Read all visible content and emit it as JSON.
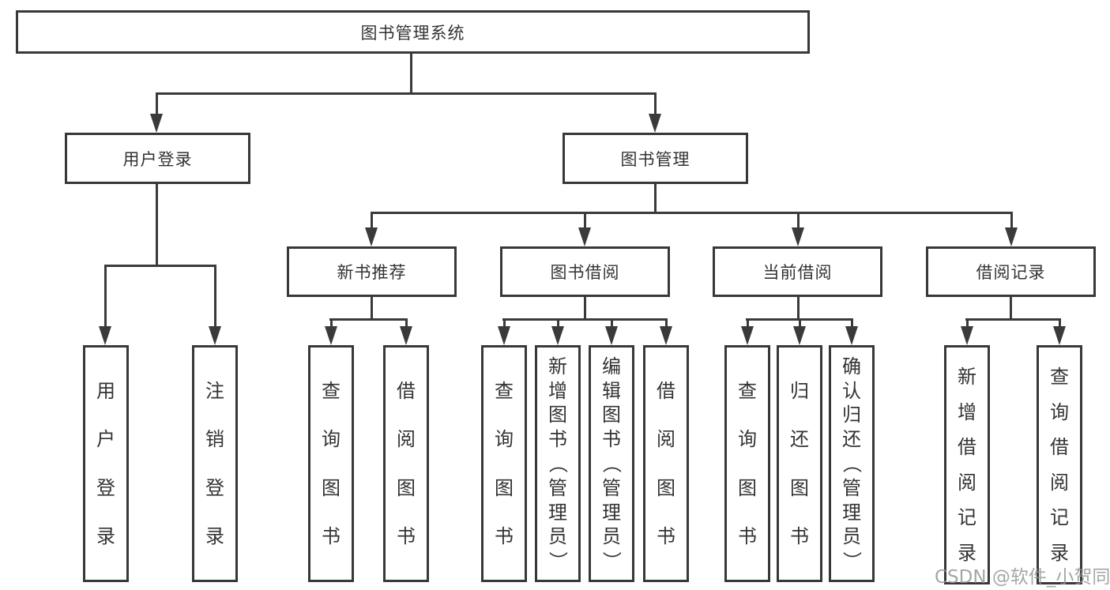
{
  "diagram": {
    "root": {
      "label": "图书管理系统"
    },
    "branches": [
      {
        "label": "用户登录",
        "children": [
          {
            "label": "用户登录"
          },
          {
            "label": "注销登录"
          }
        ]
      },
      {
        "label": "图书管理",
        "children": [
          {
            "label": "新书推荐",
            "children": [
              {
                "label": "查询图书"
              },
              {
                "label": "借阅图书"
              }
            ]
          },
          {
            "label": "图书借阅",
            "children": [
              {
                "label": "查询图书"
              },
              {
                "label": "新增图书（管理员）"
              },
              {
                "label": "编辑图书（管理员）"
              },
              {
                "label": "借阅图书"
              }
            ]
          },
          {
            "label": "当前借阅",
            "children": [
              {
                "label": "查询图书"
              },
              {
                "label": "归还图书"
              },
              {
                "label": "确认归还（管理员）"
              }
            ]
          },
          {
            "label": "借阅记录",
            "children": [
              {
                "label": "新增借阅记录"
              },
              {
                "label": "查询借阅记录"
              }
            ]
          }
        ]
      }
    ]
  },
  "watermark": {
    "text": "CSDN @软件_小贺同学"
  },
  "colors": {
    "line": "#3a3a3a",
    "box_border": "#383838",
    "text": "#333333",
    "background": "#ffffff",
    "watermark": "#969696"
  }
}
